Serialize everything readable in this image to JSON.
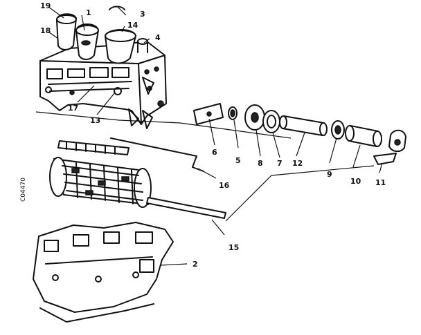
{
  "diagram": {
    "reference_number": "C04470",
    "callouts": [
      {
        "id": "c1",
        "label": "1"
      },
      {
        "id": "c2",
        "label": "2"
      },
      {
        "id": "c3",
        "label": "3"
      },
      {
        "id": "c4",
        "label": "4"
      },
      {
        "id": "c5",
        "label": "5"
      },
      {
        "id": "c6",
        "label": "6"
      },
      {
        "id": "c7",
        "label": "7"
      },
      {
        "id": "c8",
        "label": "8"
      },
      {
        "id": "c9",
        "label": "9"
      },
      {
        "id": "c10",
        "label": "10"
      },
      {
        "id": "c11",
        "label": "11"
      },
      {
        "id": "c12",
        "label": "12"
      },
      {
        "id": "c13",
        "label": "13"
      },
      {
        "id": "c14",
        "label": "14"
      },
      {
        "id": "c15",
        "label": "15"
      },
      {
        "id": "c16",
        "label": "16"
      },
      {
        "id": "c17",
        "label": "17"
      },
      {
        "id": "c18",
        "label": "18"
      },
      {
        "id": "c19",
        "label": "19"
      }
    ]
  },
  "colors": {
    "ink": "#111111",
    "paper": "#ffffff"
  }
}
